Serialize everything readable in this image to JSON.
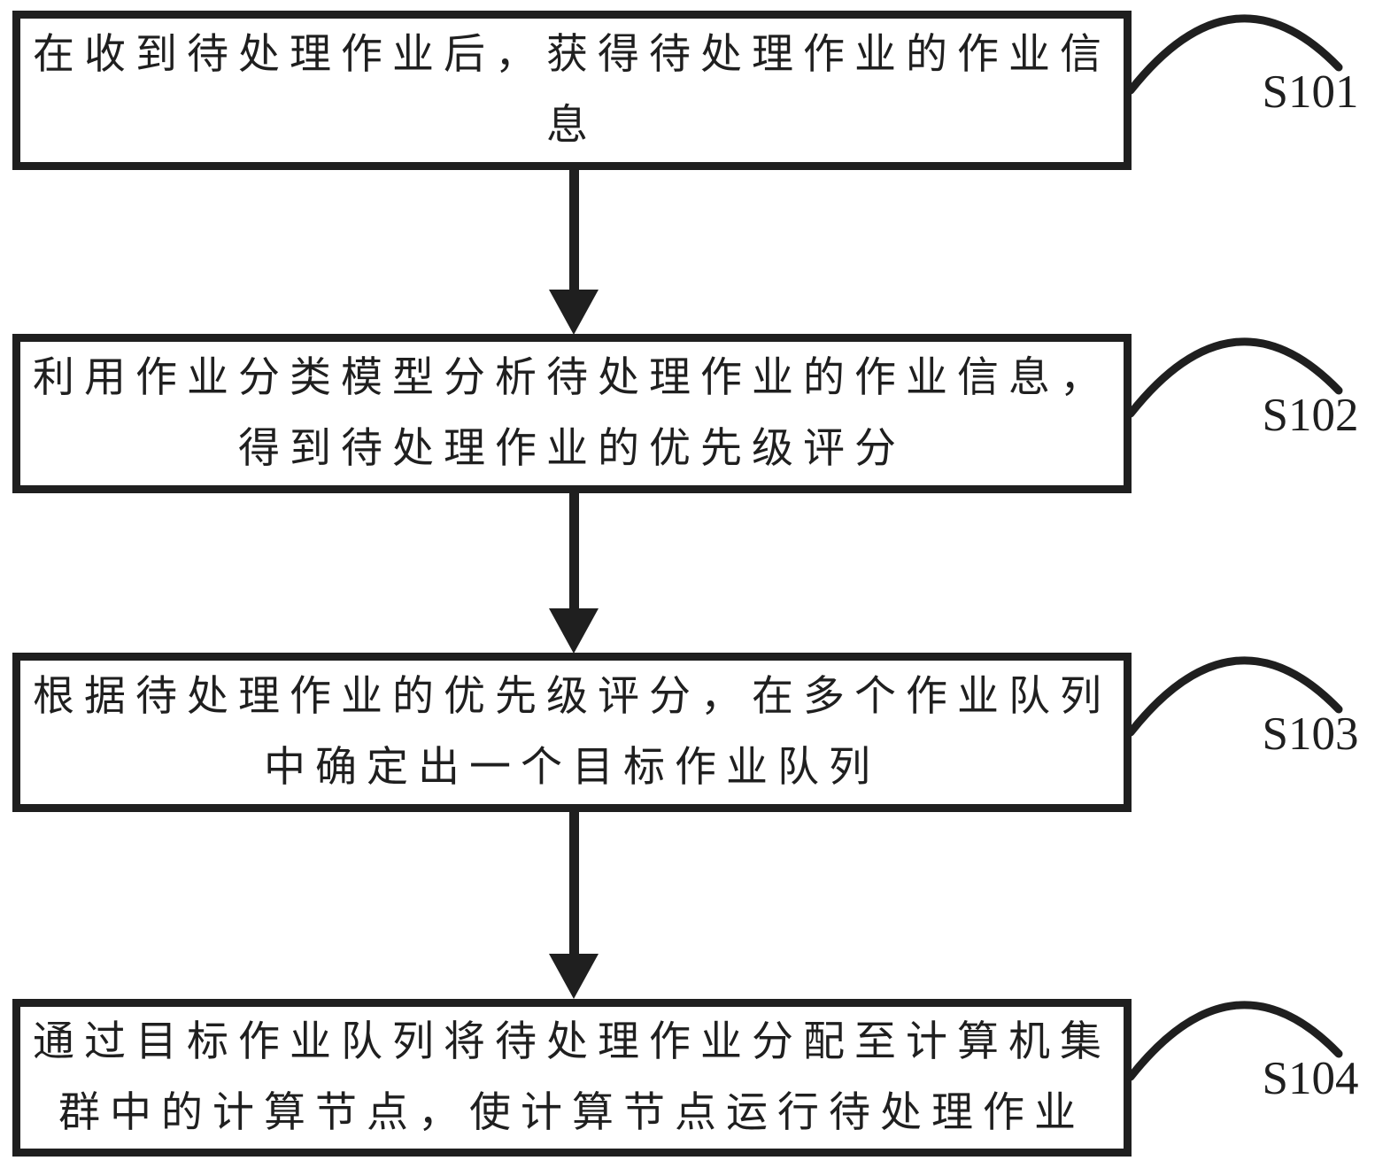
{
  "figure": {
    "type": "flowchart",
    "colors": {
      "ink": "#1f1f1f",
      "background": "#ffffff"
    },
    "steps": [
      {
        "id": "S101",
        "text": "在收到待处理作业后，获得待处理作业的作业信息"
      },
      {
        "id": "S102",
        "text": "利用作业分类模型分析待处理作业的作业信息，得到待处理作业的优先级评分"
      },
      {
        "id": "S103",
        "text": "根据待处理作业的优先级评分，在多个作业队列中确定出一个目标作业队列"
      },
      {
        "id": "S104",
        "text": "通过目标作业队列将待处理作业分配至计算机集群中的计算节点，使计算节点运行待处理作业"
      }
    ]
  }
}
